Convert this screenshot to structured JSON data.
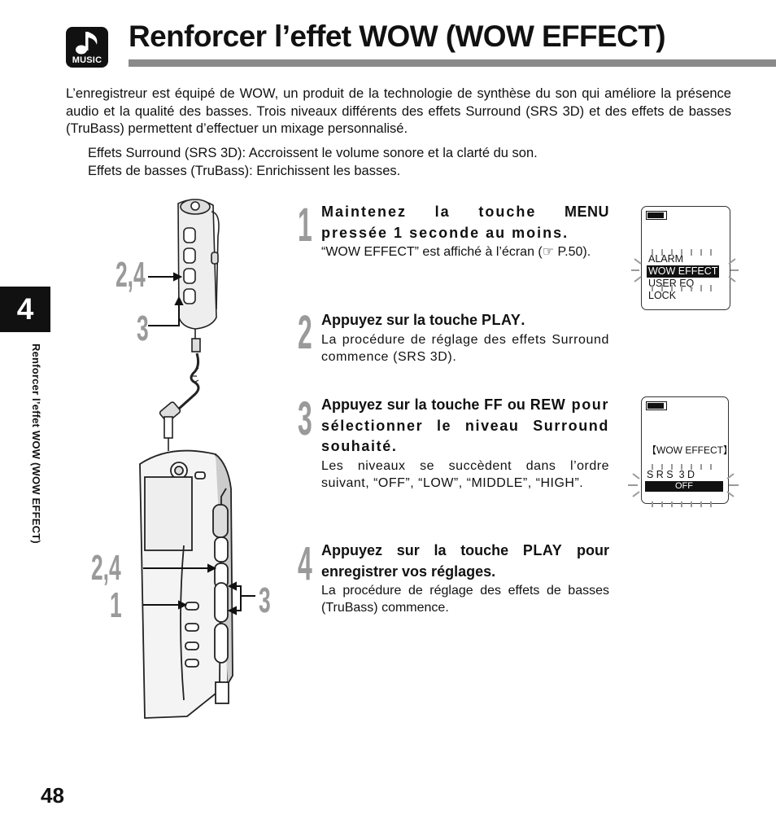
{
  "header": {
    "icon_label": "MUSIC",
    "title": "Renforcer l’effet WOW (WOW EFFECT)"
  },
  "intro": {
    "paragraph": "L’enregistreur est équipé de WOW, un produit de la technologie de synthèse du son qui améliore la présence audio et la qualité des basses. Trois niveaux différents des effets Surround (SRS 3D) et des effets de basses (TruBass) permettent d’effectuer un mixage personnalisé.",
    "effect_1": "Effets Surround (SRS 3D): Accroissent le volume sonore et la clarté du son.",
    "effect_2": "Effets de basses (TruBass): Enrichissent les basses."
  },
  "side": {
    "chapter": "4",
    "label": "Renforcer l’effet WOW (WOW EFFECT)"
  },
  "device_labels": {
    "top_24": "2,4",
    "top_3": "3",
    "bottom_24": "2,4",
    "bottom_1": "1",
    "bottom_3": "3"
  },
  "steps": [
    {
      "number": "1",
      "head_a": "Maintenez la touche ",
      "key_a": "MENU",
      "head_b": " pressée 1 seconde au moins.",
      "body": "“WOW EFFECT” est affiché à l’écran (☞ P.50)."
    },
    {
      "number": "2",
      "head_a": "Appuyez sur la touche ",
      "key_a": "PLAY",
      "head_b": ".",
      "body": "La procédure de réglage des effets Surround commence (SRS 3D)."
    },
    {
      "number": "3",
      "head_a": "Appuyez sur la touche ",
      "key_a": "FF",
      "head_mid": " ou ",
      "key_b": "REW",
      "head_b": " pour sélectionner le niveau Surround souhaité.",
      "body": "Les niveaux se succèdent dans l’ordre suivant, “OFF”, “LOW”, “MIDDLE”, “HIGH”."
    },
    {
      "number": "4",
      "head_a": "Appuyez sur la touche ",
      "key_a": "PLAY",
      "head_b": " pour enregistrer vos réglages.",
      "body": "La procédure de réglage des effets de basses (TruBass) commence."
    }
  ],
  "lcd1": {
    "items": [
      "ALARM",
      "WOW EFFECT",
      "USER EQ",
      "LOCK"
    ],
    "selected_index": 1
  },
  "lcd2": {
    "header": "【WOW EFFECT】",
    "setting": "S R S  3 D",
    "value": "OFF"
  },
  "page_number": "48"
}
